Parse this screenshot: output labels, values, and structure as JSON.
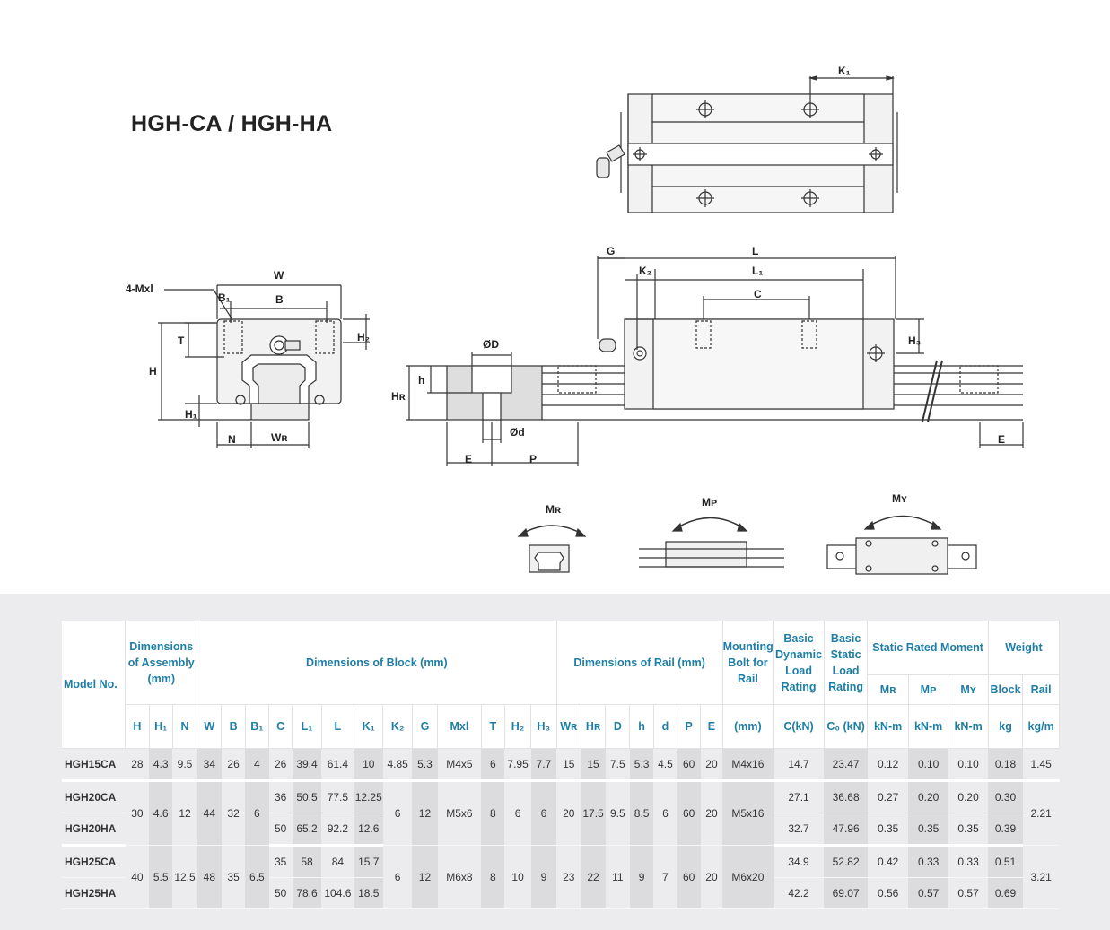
{
  "title": "HGH-CA / HGH-HA",
  "drawing_labels": {
    "k1": "K₁",
    "four_mxl": "4-Mxl",
    "w": "W",
    "b1": "B₁",
    "b": "B",
    "h2": "H₂",
    "t": "T",
    "h": "H",
    "h1": "H₁",
    "n": "N",
    "wr": "Wʀ",
    "g": "G",
    "l": "L",
    "k2": "K₂",
    "l1": "L₁",
    "c": "C",
    "h3": "H₃",
    "od_big": "ØD",
    "h_small": "h",
    "hr": "Hʀ",
    "od_small": "Ød",
    "e_left": "E",
    "p": "P",
    "e_right": "E",
    "mr": "Mʀ",
    "mp": "Mᴘ",
    "my": "Mʏ"
  },
  "table": {
    "model_header": "Model No.",
    "groups": {
      "assembly": "Dimensions of Assembly (mm)",
      "block": "Dimensions of Block (mm)",
      "rail": "Dimensions of Rail (mm)",
      "bolt": "Mounting Bolt for Rail",
      "dynamic": "Basic Dynamic Load Rating",
      "static": "Basic Static Load Rating",
      "moment": "Static Rated Moment",
      "weight": "Weight"
    },
    "sub": {
      "mr": "Mʀ",
      "mp": "Mᴘ",
      "my": "Mʏ",
      "block": "Block",
      "rail": "Rail"
    },
    "cols": {
      "H": "H",
      "H1": "H₁",
      "N": "N",
      "W": "W",
      "B": "B",
      "B1": "B₁",
      "C": "C",
      "L1": "L₁",
      "L": "L",
      "K1": "K₁",
      "K2": "K₂",
      "G": "G",
      "Mxl": "Mxl",
      "T": "T",
      "H2": "H₂",
      "H3": "H₃",
      "WR": "Wʀ",
      "HR": "Hʀ",
      "D": "D",
      "h": "h",
      "d": "d",
      "P": "P",
      "E": "E",
      "mm": "(mm)",
      "CkN": "C(kN)",
      "C0kN": "C₀ (kN)",
      "knm1": "kN-m",
      "knm2": "kN-m",
      "knm3": "kN-m",
      "kg": "kg",
      "kgm": "kg/m"
    },
    "rows": [
      {
        "model": "HGH15CA",
        "H": "28",
        "H1": "4.3",
        "N": "9.5",
        "W": "34",
        "B": "26",
        "B1": "4",
        "C": "26",
        "L1": "39.4",
        "L": "61.4",
        "K1": "10",
        "K2": "4.85",
        "G": "5.3",
        "Mxl": "M4x5",
        "T": "6",
        "H2": "7.95",
        "H3": "7.7",
        "WR": "15",
        "HR": "15",
        "D": "7.5",
        "h": "5.3",
        "d": "4.5",
        "P": "60",
        "E": "20",
        "bolt": "M4x16",
        "Cdyn": "14.7",
        "C0": "23.47",
        "MR": "0.12",
        "MP": "0.10",
        "MY": "0.10",
        "block": "0.18",
        "rail": "1.45"
      },
      {
        "model": "HGH20CA",
        "C": "36",
        "L1": "50.5",
        "L": "77.5",
        "K1": "12.25",
        "Cdyn": "27.1",
        "C0": "36.68",
        "MR": "0.27",
        "MP": "0.20",
        "MY": "0.20",
        "block": "0.30"
      },
      {
        "model": "HGH20HA",
        "C": "50",
        "L1": "65.2",
        "L": "92.2",
        "K1": "12.6",
        "Cdyn": "32.7",
        "C0": "47.96",
        "MR": "0.35",
        "MP": "0.35",
        "MY": "0.35",
        "block": "0.39"
      },
      {
        "model": "HGH25CA",
        "C": "35",
        "L1": "58",
        "L": "84",
        "K1": "15.7",
        "Cdyn": "34.9",
        "C0": "52.82",
        "MR": "0.42",
        "MP": "0.33",
        "MY": "0.33",
        "block": "0.51"
      },
      {
        "model": "HGH25HA",
        "C": "50",
        "L1": "78.6",
        "L": "104.6",
        "K1": "18.5",
        "Cdyn": "42.2",
        "C0": "69.07",
        "MR": "0.56",
        "MP": "0.57",
        "MY": "0.57",
        "block": "0.69"
      }
    ],
    "shared20": {
      "H": "30",
      "H1": "4.6",
      "N": "12",
      "W": "44",
      "B": "32",
      "B1": "6",
      "K2": "6",
      "G": "12",
      "Mxl": "M5x6",
      "T": "8",
      "H2": "6",
      "H3": "6",
      "WR": "20",
      "HR": "17.5",
      "D": "9.5",
      "h": "8.5",
      "d": "6",
      "P": "60",
      "E": "20",
      "bolt": "M5x16"
    },
    "shared25": {
      "H": "40",
      "H1": "5.5",
      "N": "12.5",
      "W": "48",
      "B": "35",
      "B1": "6.5",
      "K2": "6",
      "G": "12",
      "Mxl": "M6x8",
      "T": "8",
      "H2": "10",
      "H3": "9",
      "WR": "23",
      "HR": "22",
      "D": "11",
      "h": "9",
      "d": "7",
      "P": "60",
      "E": "20",
      "bolt": "M6x20"
    },
    "rail_shared_20_25": {
      "r20": "2.21",
      "r25": "3.21"
    }
  }
}
